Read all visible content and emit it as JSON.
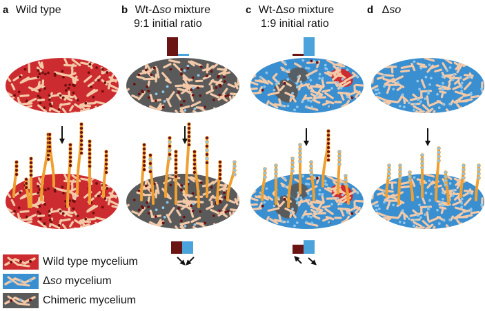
{
  "panels": [
    {
      "letter": "a",
      "title": "Wild type",
      "subtitle_pre": "",
      "subtitle_it": "",
      "subtitle_post": "",
      "subtitle2": ""
    },
    {
      "letter": "b",
      "title_pre": "Wt-Δ",
      "title_it": "so",
      "title_post": " mixture",
      "subtitle2": "9:1 initial ratio"
    },
    {
      "letter": "c",
      "title_pre": "Wt-Δ",
      "title_it": "so",
      "title_post": " mixture",
      "subtitle2": "1:9 initial ratio"
    },
    {
      "letter": "d",
      "title_pre": "Δ",
      "title_it": "so",
      "title_post": ""
    }
  ],
  "legend": [
    {
      "pre": "Wild type mycelium",
      "it": "",
      "post": "",
      "color": "#cc2b30"
    },
    {
      "pre": "Δ",
      "it": "so",
      "post": " mycelium",
      "color": "#3a8fd0"
    },
    {
      "pre": "Chimeric mycelium",
      "it": "",
      "post": "",
      "color": "#5a5a5a"
    }
  ],
  "colors": {
    "wild_type": "#cc2b30",
    "mutant": "#3a8fd0",
    "chimeric": "#5a5a5a",
    "hyphae": "#f3c9a8",
    "aerial": "#f0a030",
    "nucleus_wt": "#6e1010",
    "nucleus_mut": "#8fc6e8",
    "bar_wt": "#6b1414",
    "bar_mut": "#4aa3da"
  },
  "ratio_bars": {
    "b_initial": [
      0.9,
      0.1
    ],
    "c_initial": [
      0.1,
      0.9
    ],
    "b_final": [
      0.5,
      0.5
    ],
    "c_final": [
      0.4,
      0.6
    ]
  }
}
